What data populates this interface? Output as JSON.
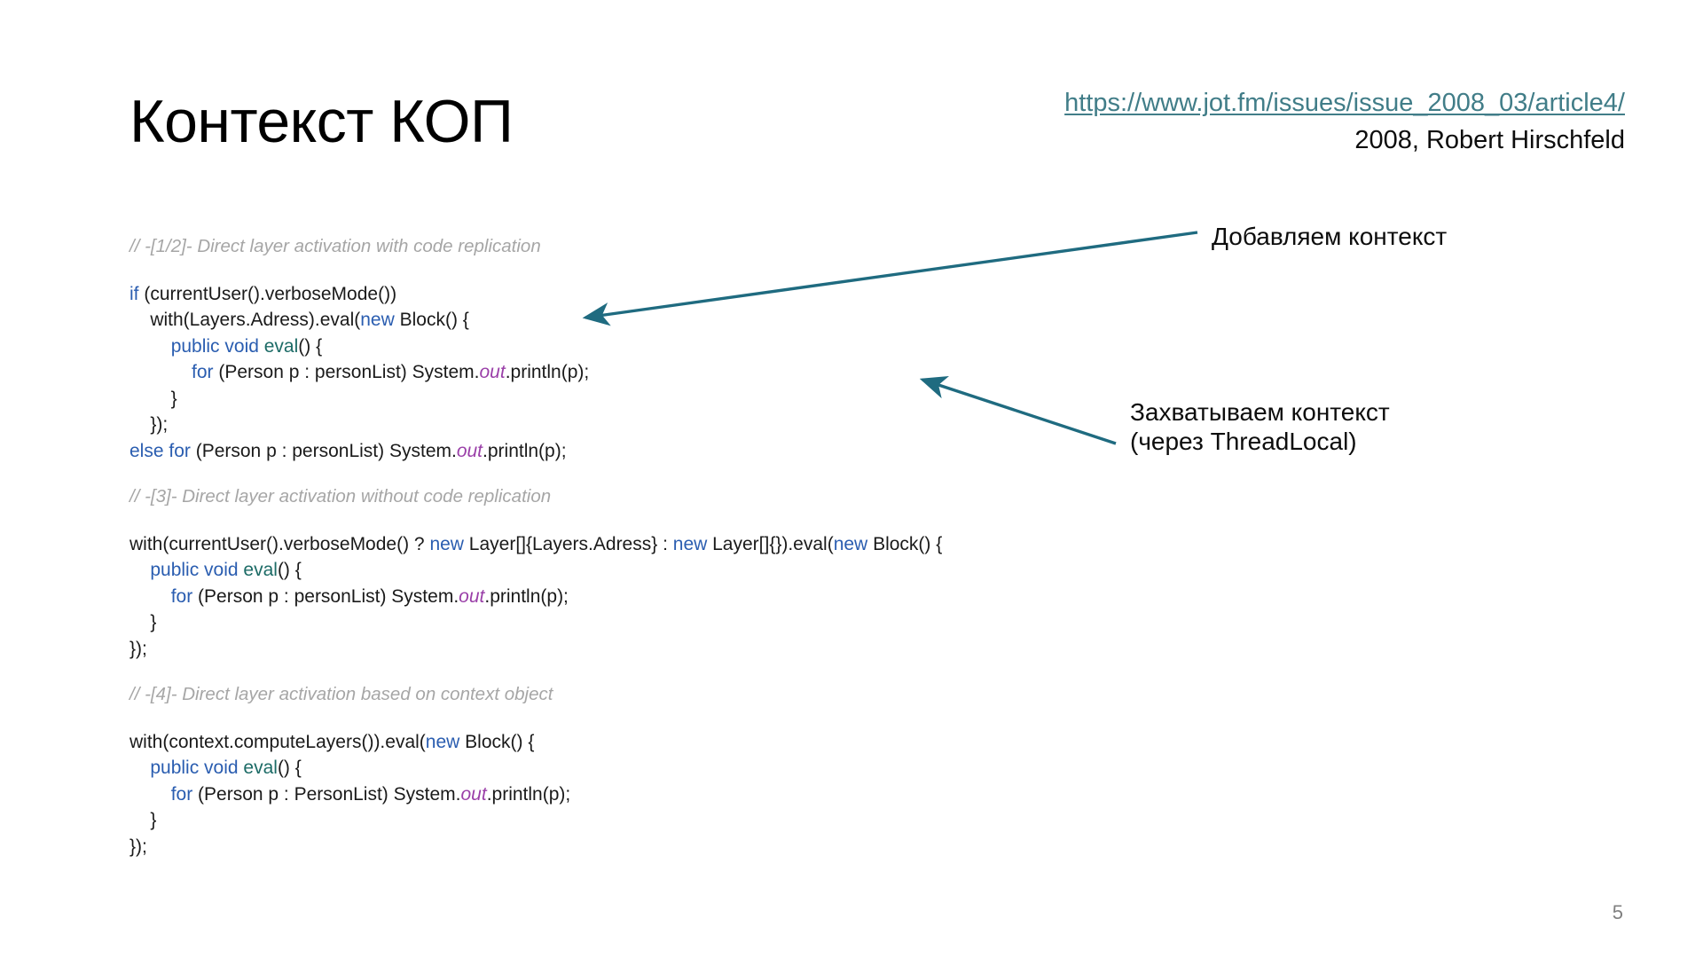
{
  "slide": {
    "title": "Контекст КОП",
    "page_number": "5",
    "accent_color": "#1f6b80",
    "link_color": "#417d88",
    "comment_color": "#a6a6a6",
    "keyword_color": "#2a5db0",
    "method_color": "#1c6b66",
    "field_color": "#9a3fa8"
  },
  "reference": {
    "url": "https://www.jot.fm/issues/issue_2008_03/article4/",
    "citation": "2008, Robert Hirschfeld"
  },
  "code": {
    "blocks": [
      {
        "comment": "// -[1/2]- Direct layer activation with code replication",
        "lines": [
          [
            {
              "t": "if",
              "c": "kw"
            },
            {
              "t": " (currentUser().verboseMode())",
              "c": ""
            }
          ],
          [
            {
              "t": "    with(Layers.Adress).eval(",
              "c": ""
            },
            {
              "t": "new",
              "c": "kw"
            },
            {
              "t": " Block() {",
              "c": ""
            }
          ],
          [
            {
              "t": "        ",
              "c": ""
            },
            {
              "t": "public void ",
              "c": "kw"
            },
            {
              "t": "eval",
              "c": "mth"
            },
            {
              "t": "() {",
              "c": ""
            }
          ],
          [
            {
              "t": "            ",
              "c": ""
            },
            {
              "t": "for",
              "c": "kw"
            },
            {
              "t": " (Person p : personList) System.",
              "c": ""
            },
            {
              "t": "out",
              "c": "fld"
            },
            {
              "t": ".println(p);",
              "c": ""
            }
          ],
          [
            {
              "t": "        }",
              "c": ""
            }
          ],
          [
            {
              "t": "    });",
              "c": ""
            }
          ],
          [
            {
              "t": "else for",
              "c": "kw"
            },
            {
              "t": " (Person p : personList) System.",
              "c": ""
            },
            {
              "t": "out",
              "c": "fld"
            },
            {
              "t": ".println(p);",
              "c": ""
            }
          ]
        ]
      },
      {
        "comment": "// -[3]- Direct layer activation without code replication",
        "lines": [
          [
            {
              "t": "with(currentUser().verboseMode() ? ",
              "c": ""
            },
            {
              "t": "new",
              "c": "kw"
            },
            {
              "t": " Layer[]{Layers.Adress} : ",
              "c": ""
            },
            {
              "t": "new",
              "c": "kw"
            },
            {
              "t": " Layer[]{}).eval(",
              "c": ""
            },
            {
              "t": "new",
              "c": "kw"
            },
            {
              "t": " Block() {",
              "c": ""
            }
          ],
          [
            {
              "t": "    ",
              "c": ""
            },
            {
              "t": "public void ",
              "c": "kw"
            },
            {
              "t": "eval",
              "c": "mth"
            },
            {
              "t": "() {",
              "c": ""
            }
          ],
          [
            {
              "t": "        ",
              "c": ""
            },
            {
              "t": "for",
              "c": "kw"
            },
            {
              "t": " (Person p : personList) System.",
              "c": ""
            },
            {
              "t": "out",
              "c": "fld"
            },
            {
              "t": ".println(p);",
              "c": ""
            }
          ],
          [
            {
              "t": "    }",
              "c": ""
            }
          ],
          [
            {
              "t": "});",
              "c": ""
            }
          ]
        ]
      },
      {
        "comment": "// -[4]- Direct layer activation based on context object",
        "lines": [
          [
            {
              "t": "with(context.computeLayers()).eval(",
              "c": ""
            },
            {
              "t": "new",
              "c": "kw"
            },
            {
              "t": " Block() {",
              "c": ""
            }
          ],
          [
            {
              "t": "    ",
              "c": ""
            },
            {
              "t": "public void ",
              "c": "kw"
            },
            {
              "t": "eval",
              "c": "mth"
            },
            {
              "t": "() {",
              "c": ""
            }
          ],
          [
            {
              "t": "        ",
              "c": ""
            },
            {
              "t": "for",
              "c": "kw"
            },
            {
              "t": " (Person p : PersonList) System.",
              "c": ""
            },
            {
              "t": "out",
              "c": "fld"
            },
            {
              "t": ".println(p);",
              "c": ""
            }
          ],
          [
            {
              "t": "    }",
              "c": ""
            }
          ],
          [
            {
              "t": "});",
              "c": ""
            }
          ]
        ]
      }
    ]
  },
  "annotations": {
    "add_context": "Добавляем контекст",
    "capture_context": "Захватываем контекст\n(через ThreadLocal)"
  }
}
